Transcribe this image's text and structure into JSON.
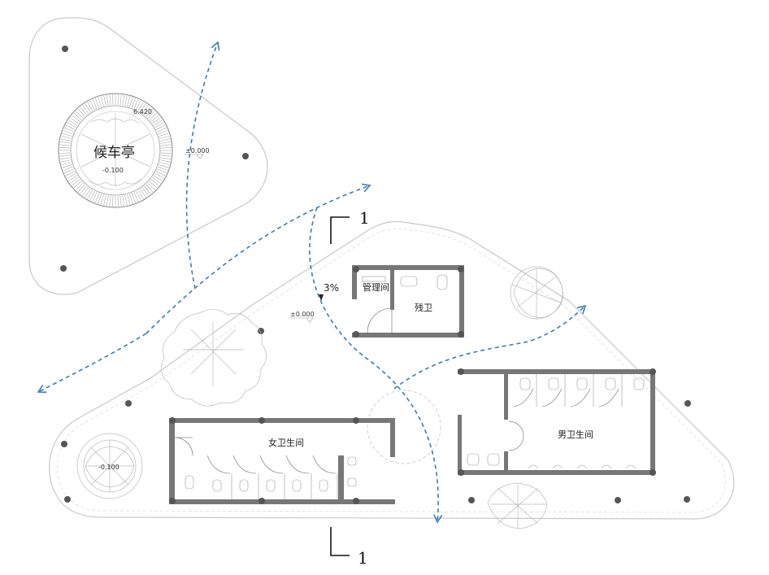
{
  "rooms": {
    "waiting_pavilion": "候车亭",
    "management_room": "管理间",
    "accessible_toilet": "残卫",
    "female_toilet": "女卫生间",
    "male_toilet": "男卫生间"
  },
  "elevations": {
    "pavilion_top": "6.420",
    "pavilion_floor": "-0.100",
    "ground_top": "±0.000",
    "ground_mid": "±0.000",
    "planter_left": "-0.100"
  },
  "slope": "3%",
  "section_marks": {
    "top": "1",
    "bottom": "1"
  },
  "colors": {
    "path": "#3c7cb8",
    "walls": "#777777",
    "columns": "#555555"
  }
}
